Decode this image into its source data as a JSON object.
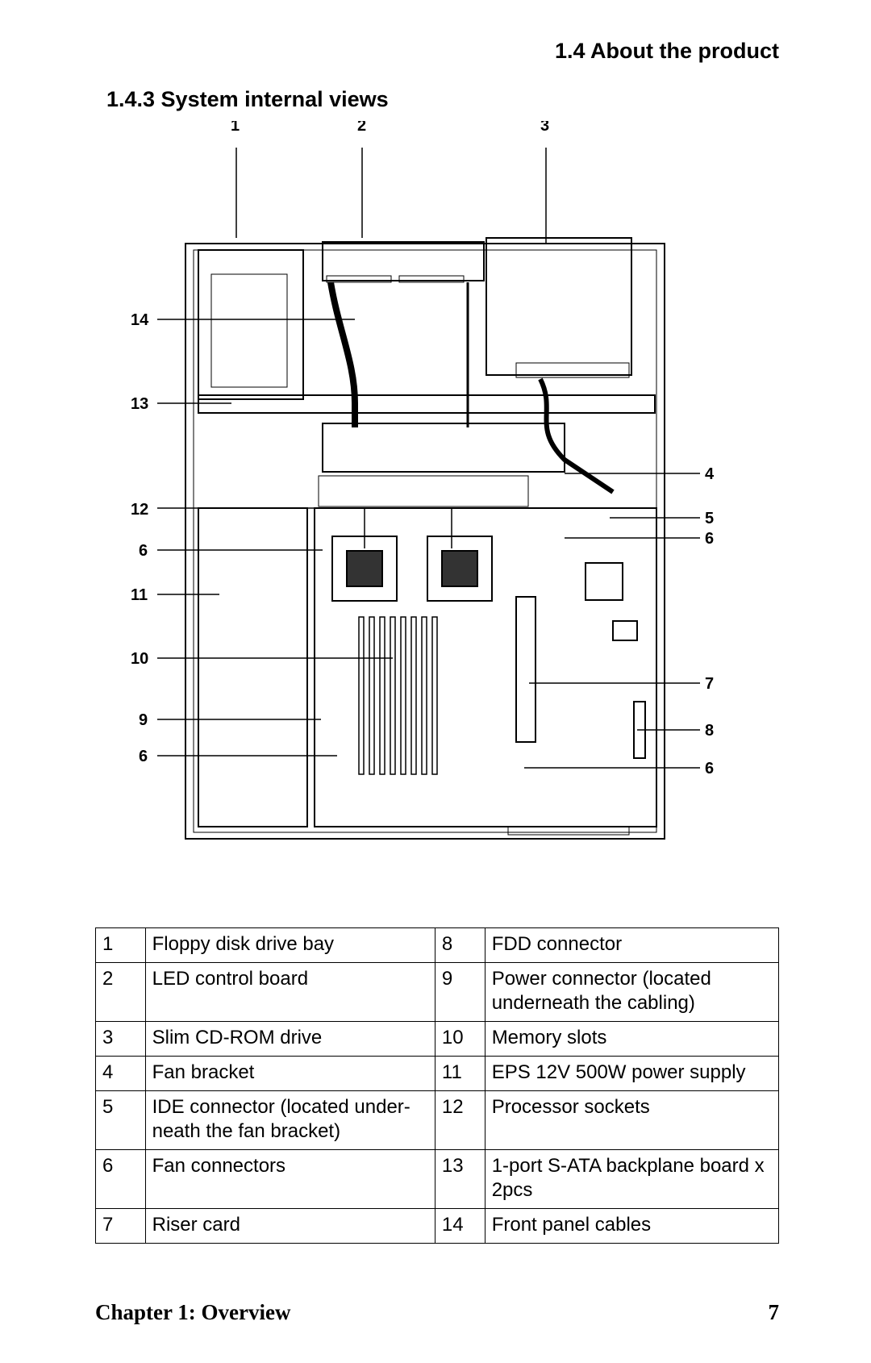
{
  "header": {
    "section": "1.4  About the product"
  },
  "section": {
    "title": "1.4.3   System internal views"
  },
  "callouts": [
    "1",
    "2",
    "3",
    "14",
    "13",
    "4",
    "12",
    "5",
    "6",
    "6",
    "11",
    "10",
    "7",
    "9",
    "8",
    "6",
    "6"
  ],
  "legend": [
    {
      "n1": "1",
      "d1": "Floppy disk drive bay",
      "n2": "8",
      "d2": "FDD connector"
    },
    {
      "n1": "2",
      "d1": "LED control board",
      "n2": "9",
      "d2": "Power connector (located underneath the cabling)"
    },
    {
      "n1": "3",
      "d1": "Slim CD-ROM drive",
      "n2": "10",
      "d2": "Memory slots"
    },
    {
      "n1": "4",
      "d1": "Fan bracket",
      "n2": "11",
      "d2": "EPS 12V 500W power supply"
    },
    {
      "n1": "5",
      "d1": "IDE connector (located under-neath the fan bracket)",
      "n2": "12",
      "d2": "Processor sockets"
    },
    {
      "n1": "6",
      "d1": "Fan connectors",
      "n2": "13",
      "d2": "1-port S-ATA backplane board x 2pcs"
    },
    {
      "n1": "7",
      "d1": "Riser card",
      "n2": "14",
      "d2": "Front panel cables"
    }
  ],
  "footer": {
    "chapter": "Chapter 1: Overview",
    "page": "7"
  }
}
